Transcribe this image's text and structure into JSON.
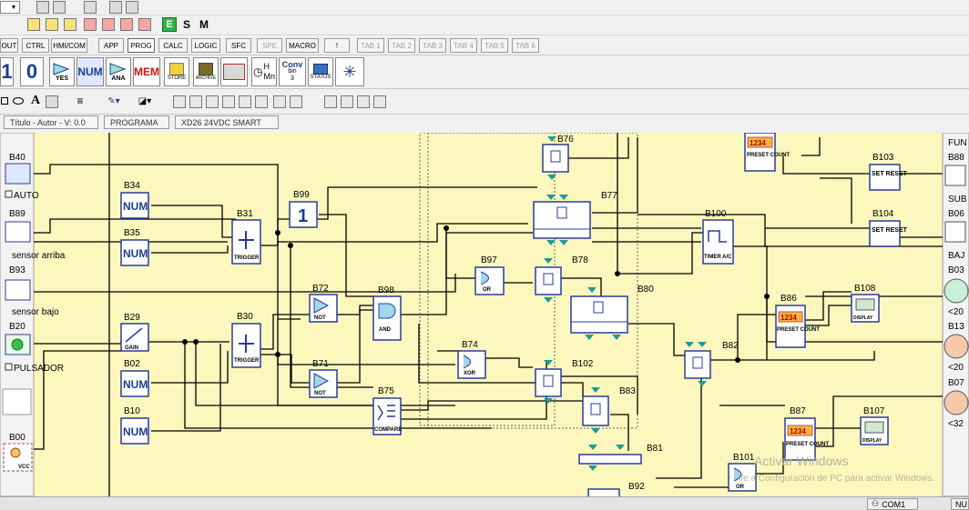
{
  "menu_tabs": [
    {
      "label": "OUT",
      "selected": false,
      "disabled": false
    },
    {
      "label": "CTRL",
      "selected": false,
      "disabled": false
    },
    {
      "label": "HMI/COM",
      "selected": false,
      "disabled": false
    },
    {
      "label": "APP",
      "selected": false,
      "disabled": false
    },
    {
      "label": "PROG",
      "selected": true,
      "disabled": false
    },
    {
      "label": "CALC",
      "selected": false,
      "disabled": false
    },
    {
      "label": "LOGIC",
      "selected": false,
      "disabled": false
    },
    {
      "label": "SFC",
      "selected": false,
      "disabled": false
    },
    {
      "label": "SPE",
      "selected": false,
      "disabled": true
    },
    {
      "label": "MACRO",
      "selected": false,
      "disabled": false
    },
    {
      "label": "!",
      "selected": false,
      "disabled": false
    },
    {
      "label": "TAB 1",
      "selected": false,
      "disabled": true
    },
    {
      "label": "TAB 2",
      "selected": false,
      "disabled": true
    },
    {
      "label": "TAB 3",
      "selected": false,
      "disabled": true
    },
    {
      "label": "TAB 4",
      "selected": false,
      "disabled": true
    },
    {
      "label": "TAB 5",
      "selected": false,
      "disabled": true
    },
    {
      "label": "TAB 6",
      "selected": false,
      "disabled": true
    }
  ],
  "palette": {
    "one": "1",
    "zero": "0",
    "yes": "YES",
    "num": "NUM",
    "ana": "ANA",
    "mem": "MEM",
    "store": "STORE",
    "archive": "ARCHIVE",
    "h": "H",
    "mn": "Mn",
    "conv": "Conv",
    "conv_sub": "bin",
    "conv_num": "3",
    "status": "STATUS"
  },
  "format_toolbar": {
    "letter_a": "A"
  },
  "mode_buttons": {
    "e": "E",
    "s": "S",
    "m": "M"
  },
  "info": {
    "title_author": "Título - Autor - V: 0.0",
    "program": "PROGRAMA",
    "device": "XD26 24VDC SMART"
  },
  "inputs": {
    "b40": "B40",
    "auto": "AUTO",
    "b89": "B89",
    "sensor_arriba": "sensor arriba",
    "b93": "B93",
    "sensor_bajo": "sensor bajo",
    "b20": "B20",
    "pulsador": "PULSADOR",
    "b00": "B00",
    "vcc": "VCC"
  },
  "blocks": {
    "b34": "B34",
    "b35": "B35",
    "b29": "B29",
    "b02": "B02",
    "b10": "B10",
    "num": "NUM",
    "gain": "GAIN",
    "b31": "B31",
    "b30": "B30",
    "trigger": "TRIGGER",
    "b99": "B99",
    "const_one": "1",
    "b72": "B72",
    "b71": "B71",
    "not": "NOT",
    "b98": "B98",
    "and": "AND",
    "b97": "B97",
    "or": "OR",
    "b74": "B74",
    "xor": "XOR",
    "b75": "B75",
    "compare": "COMPARE",
    "b76": "B76",
    "b77": "B77",
    "b78": "B78",
    "b80": "B80",
    "b102": "B102",
    "b83": "B83",
    "b81": "B81",
    "b92": "B92",
    "b100": "B100",
    "timer": "TIMER A/C",
    "b82": "B82",
    "b86": "B86",
    "b87": "B87",
    "preset_count": "PRESET COUNT",
    "count_display": "1234",
    "b103": "B103",
    "b104": "B104",
    "set_reset": "SET RESET",
    "b108": "B108",
    "b107": "B107",
    "display": "DISPLAY",
    "b101": "B101"
  },
  "outputs": {
    "fun": "FUN",
    "b88": "B88",
    "sub": "SUB",
    "b06": "B06",
    "baj": "BAJ",
    "b03": "B03",
    "lt20_a": "<20",
    "b13": "B13",
    "lt20_b": "<20",
    "b07": "B07",
    "lt32": "<32"
  },
  "watermark": {
    "line1": "Activar Windows",
    "line2": "Ve a Configuración de PC para activar Windows."
  },
  "statusbar": {
    "com": "COM1",
    "nu": "NU"
  },
  "colors": {
    "canvas": "#fbf7bd",
    "block_blue": "#2b3c9a",
    "connector_teal": "#1e9a9a",
    "output_green": "#c8f0d8",
    "output_peach": "#f6caa8"
  }
}
